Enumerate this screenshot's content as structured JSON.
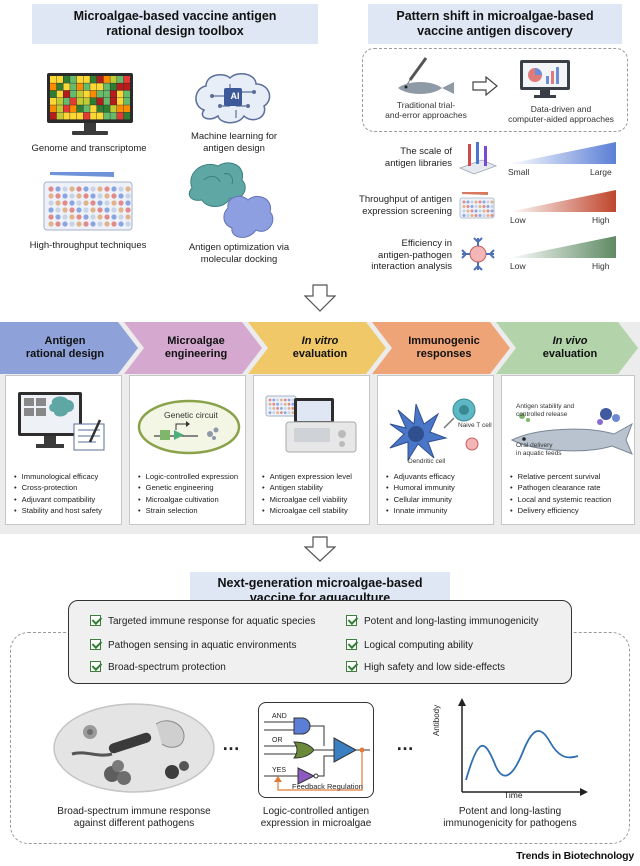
{
  "toolbox": {
    "title_line1": "Microalgae-based vaccine antigen",
    "title_line2": "rational design toolbox",
    "items": {
      "genome": "Genome and transcriptome",
      "ml_line1": "Machine learning for",
      "ml_line2": "antigen design",
      "htp": "High-throughput techniques",
      "dock_line1": "Antigen optimization via",
      "dock_line2": "molecular docking",
      "ai_badge": "AI"
    }
  },
  "pattern_shift": {
    "title_line1": "Pattern shift in microalgae-based",
    "title_line2": "vaccine antigen discovery",
    "traditional_line1": "Traditional trial-",
    "traditional_line2": "and-error approaches",
    "data_line1": "Data-driven and",
    "data_line2": "computer-aided approaches",
    "rows": [
      {
        "label_line1": "The scale of",
        "label_line2": "antigen libraries",
        "low": "Small",
        "high": "Large",
        "color": "#5b7fd6"
      },
      {
        "label_line1": "Throughput of antigen",
        "label_line2": "expression screening",
        "low": "Low",
        "high": "High",
        "color": "#c0452c"
      },
      {
        "label_line1": "Efficiency in",
        "label_line2": "antigen-pathogen",
        "label_line3": "interaction analysis",
        "low": "Low",
        "high": "High",
        "color": "#5e8a63"
      }
    ]
  },
  "stages": [
    {
      "title_line1": "Antigen",
      "title_line2": "rational design",
      "italic": false,
      "color": "#8ea1d8",
      "bullets": [
        "Immunological efficacy",
        "Cross-protection",
        "Adjuvant compatibility",
        "Stability and host safety"
      ]
    },
    {
      "title_line1": "Microalgae",
      "title_line2": "engineering",
      "italic": false,
      "color": "#d4a8cf",
      "bullets": [
        "Logic-controlled expression",
        "Genetic engineering",
        "Microalgae cultivation",
        "Strain selection"
      ],
      "inner_label": "Genetic circuit"
    },
    {
      "title_line1": "In vitro",
      "title_line2": "evaluation",
      "italic": true,
      "color": "#f0c868",
      "bullets": [
        "Antigen expression level",
        "Antigen stability",
        "Microalgae cell viability",
        "Microalgae cell stability"
      ]
    },
    {
      "title_line1": "Immunogenic",
      "title_line2": "responses",
      "italic": false,
      "color": "#efa478",
      "bullets": [
        "Adjuvants efficacy",
        "Humoral immunity",
        "Cellular immunity",
        "Innate immunity"
      ],
      "naive_label": "Naive T cell",
      "dendritic_label": "Dendritic cell"
    },
    {
      "title_line1": "In vivo",
      "title_line2": "evaluation",
      "italic": true,
      "color": "#b3d4ab",
      "bullets": [
        "Relative percent survival",
        "Pathogen clearance rate",
        "Local and systemic reaction",
        "Delivery efficiency"
      ],
      "note1_line1": "Antigen stability and",
      "note1_line2": "controlled release",
      "note2_line1": "Oral delivery",
      "note2_line2": "in aquatic feeds"
    }
  ],
  "nextgen": {
    "title_line1": "Next-generation microalgae-based",
    "title_line2": "vaccine for aquaculture",
    "features_left": [
      "Targeted immune response for aquatic species",
      "Pathogen sensing in aquatic environments",
      "Broad-spectrum protection"
    ],
    "features_right": [
      "Potent and long-lasting immunogenicity",
      "Logical computing ability",
      "High safety and low side-effects"
    ]
  },
  "bottom": {
    "pathogens_line1": "Broad-spectrum immune response",
    "pathogens_line2": "against different pathogens",
    "logic_line1": "Logic-controlled antigen",
    "logic_line2": "expression in microalgae",
    "gates": [
      "AND",
      "OR",
      "YES"
    ],
    "feedback": "Feedback Regulation",
    "chart_line1": "Potent and long-lasting",
    "chart_line2": "immunogenicity for pathogens",
    "y_axis": "Antibody",
    "x_axis": "Time",
    "ellipsis": "…"
  },
  "footer": {
    "journal": "Trends in Biotechnology"
  }
}
